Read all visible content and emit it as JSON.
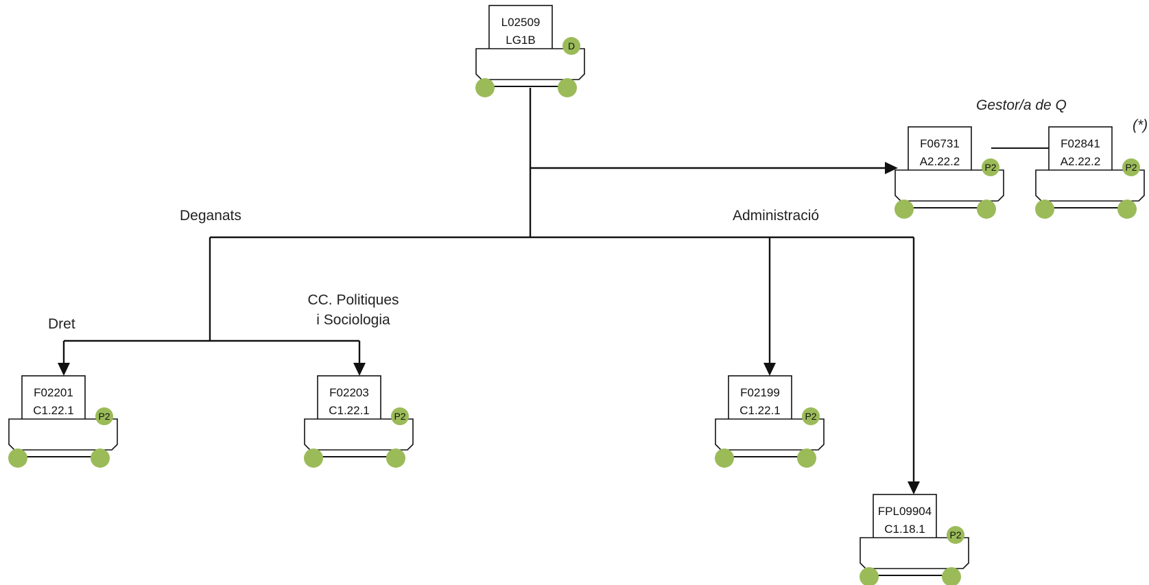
{
  "colors": {
    "badge": "#9bbb59",
    "line": "#111111"
  },
  "labels": {
    "deganats": "Deganats",
    "administracio": "Administració",
    "gestor": "Gestor/a de Q",
    "dret": "Dret",
    "ccpol_1": "CC. Politiques",
    "ccpol_2": "i Sociologia",
    "star_note": "(*)"
  },
  "nodes": {
    "root": {
      "code": "L02509",
      "level": "LG1B",
      "badge": "D"
    },
    "f06731": {
      "code": "F06731",
      "level": "A2.22.2",
      "badge": "P2"
    },
    "f02841": {
      "code": "F02841",
      "level": "A2.22.2",
      "badge": "P2"
    },
    "f02201": {
      "code": "F02201",
      "level": "C1.22.1",
      "badge": "P2"
    },
    "f02203": {
      "code": "F02203",
      "level": "C1.22.1",
      "badge": "P2"
    },
    "f02199": {
      "code": "F02199",
      "level": "C1.22.1",
      "badge": "P2"
    },
    "fpl09904": {
      "code": "FPL09904",
      "level": "C1.18.1",
      "badge": "P2"
    }
  }
}
